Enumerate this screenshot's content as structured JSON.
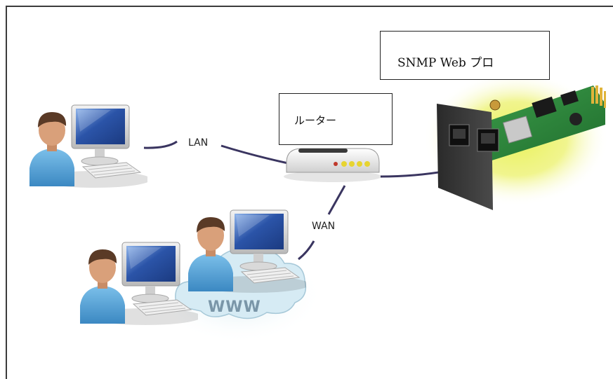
{
  "labels": {
    "snmp_card": "SNMP Web プロ",
    "router": "ルーター",
    "lan": "LAN",
    "wan": "WAN",
    "cloud": "WWW"
  },
  "icons": {
    "user_workstation": "user-workstation-icon",
    "router_device": "router-icon",
    "snmp_card_device": "snmp-card-icon",
    "internet_cloud": "cloud-icon"
  },
  "colors": {
    "link_line": "#3a3560",
    "monitor_screen": "#2b54a8",
    "person_shirt": "#5aa6d8",
    "person_skin": "#d9a07a",
    "person_hair": "#5a3a26",
    "router_leds": "#e7d431",
    "card_pcb": "#2e8a3c",
    "card_glow": "#e9f15a",
    "cloud": "#d6ebf4"
  }
}
